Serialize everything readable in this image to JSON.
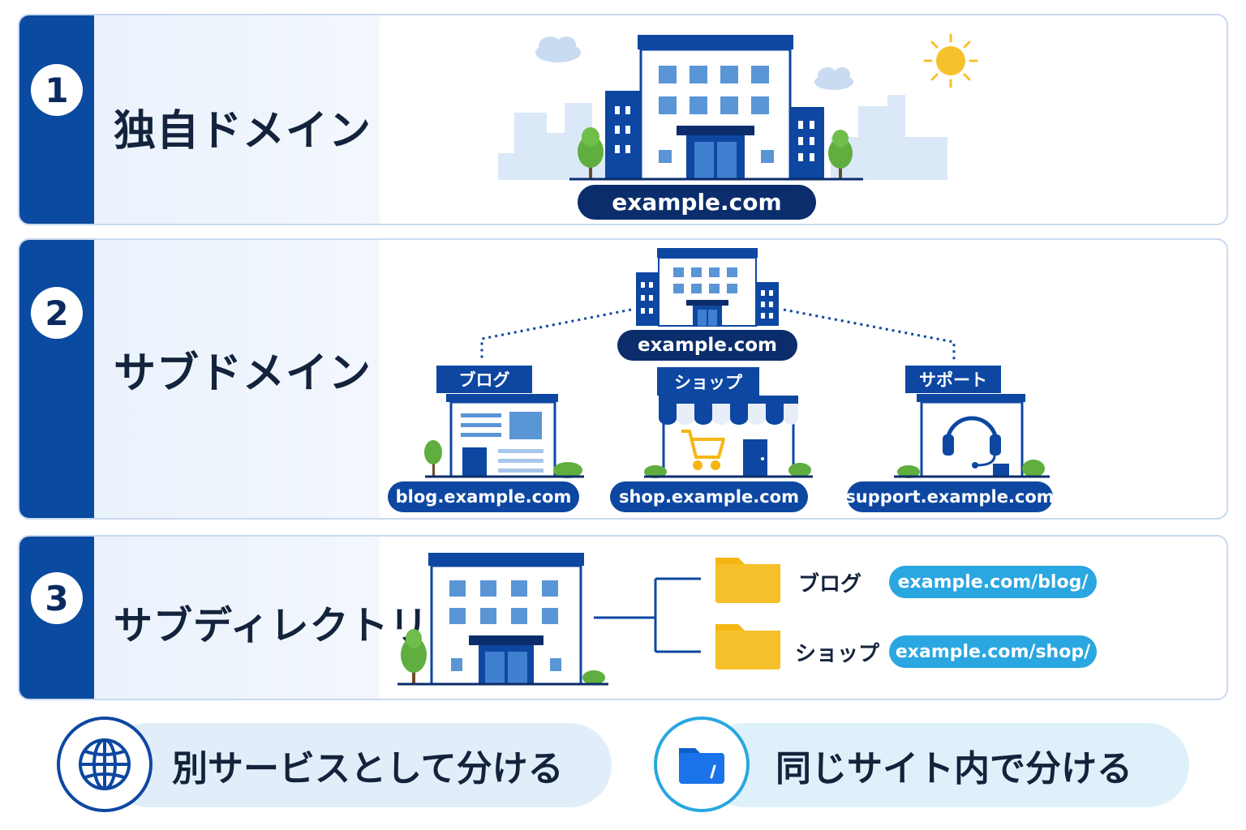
{
  "colors": {
    "navy": "#0a4aa0",
    "dark_navy": "#0b2d6b",
    "accent_cyan": "#2aa6e0",
    "folder_yellow": "#f5c02a",
    "panel_border": "#c9d9ef",
    "label_bg": "#eaf2fc"
  },
  "sections": [
    {
      "number": "1",
      "title": "独自ドメイン",
      "icons": [
        "office-building-icon",
        "tree-icon",
        "cloud-icon",
        "sun-icon",
        "city-skyline-icon"
      ],
      "domain": "example.com"
    },
    {
      "number": "2",
      "title": "サブドメイン",
      "main_domain": "example.com",
      "children": [
        {
          "sign": "ブログ",
          "domain": "blog.example.com",
          "icon": "blog-store-icon"
        },
        {
          "sign": "ショップ",
          "domain": "shop.example.com",
          "icon": "shopping-cart-icon"
        },
        {
          "sign": "サポート",
          "domain": "support.example.com",
          "icon": "headset-icon"
        }
      ]
    },
    {
      "number": "3",
      "title": "サブディレクトリ",
      "folders": [
        {
          "label": "ブログ",
          "path": "example.com/blog/",
          "icon": "folder-icon"
        },
        {
          "label": "ショップ",
          "path": "example.com/shop/",
          "icon": "folder-icon"
        }
      ]
    }
  ],
  "footer": [
    {
      "icon": "globe-icon",
      "text": "別サービスとして分ける"
    },
    {
      "icon": "folder-icon",
      "text": "同じサイト内で分ける"
    }
  ]
}
